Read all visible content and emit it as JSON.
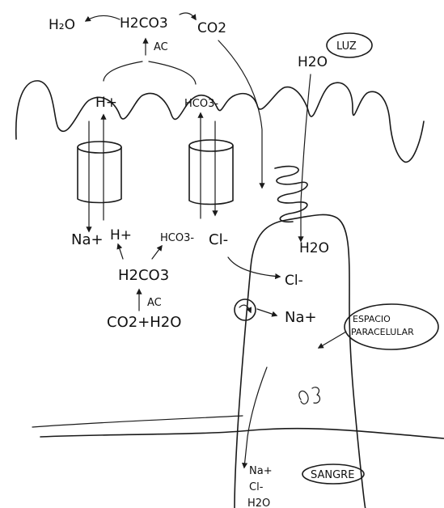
{
  "labels": {
    "h2o_top": "H₂O",
    "h2co3_top": "H2CO3",
    "co2_top": "CO2",
    "ac_top": "AC",
    "h_plus_top": "H+",
    "hco3_top": "HCO3-",
    "luz": "LUZ",
    "h2o_right": "H2O",
    "na_plus": "Na+",
    "h_plus_bottom": "H+",
    "hco3_bottom": "HCO3-",
    "cl_minus": "Cl-",
    "h2co3_bottom": "H2CO3",
    "ac_bottom": "AC",
    "co2_h2o": "CO2+H2O",
    "h2o_inside": "H2O",
    "cl_inside": "Cl-",
    "na_inside": "Na+",
    "espacio": "ESPACIO",
    "paracelular": "PARACELULAR",
    "sangre": "SANGRE",
    "na_blood": "Na+",
    "cl_blood": "Cl-",
    "h2o_blood": "H2O"
  }
}
